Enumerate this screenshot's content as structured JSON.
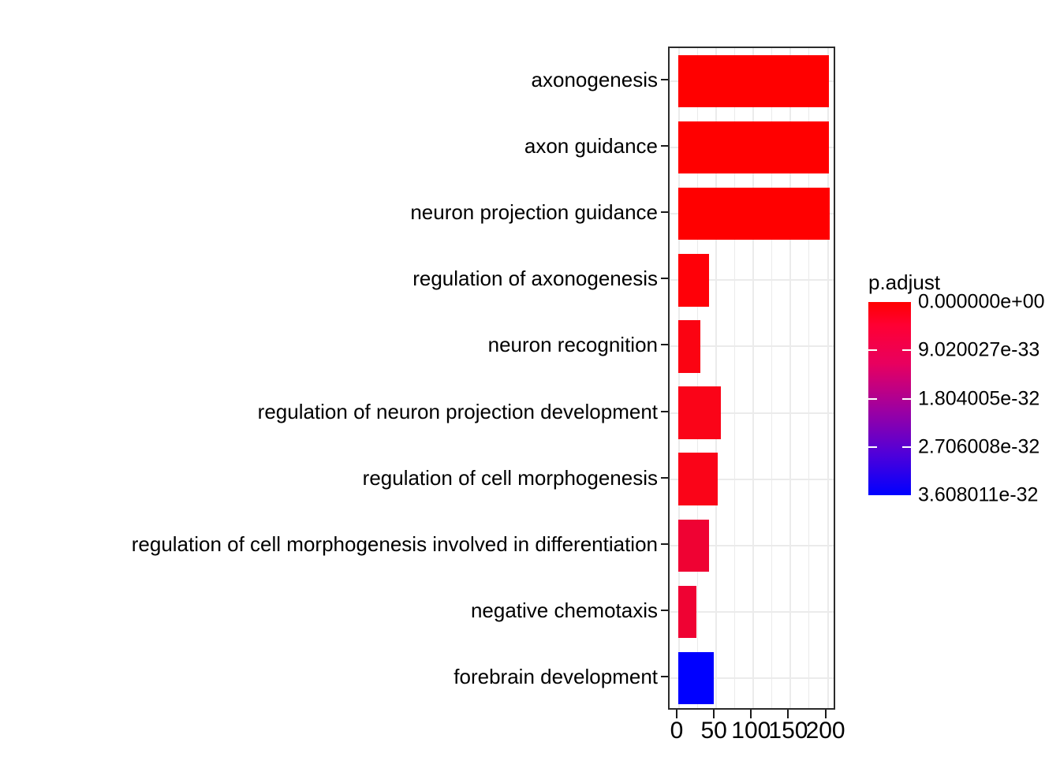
{
  "chart_data": {
    "type": "bar",
    "orientation": "horizontal",
    "title": "",
    "xlabel": "",
    "ylabel": "",
    "xlim": [
      0,
      212
    ],
    "xticks": [
      0,
      50,
      100,
      150,
      200
    ],
    "xtick_labels": [
      "0",
      "50",
      "100",
      "150",
      "200"
    ],
    "grid": true,
    "categories": [
      "axonogenesis",
      "axon guidance",
      "neuron projection guidance",
      "regulation of axonogenesis",
      "neuron recognition",
      "regulation of neuron projection development",
      "regulation of cell morphogenesis",
      "regulation of cell morphogenesis involved in differentiation",
      "negative chemotaxis",
      "forebrain development"
    ],
    "values": [
      203,
      203,
      204,
      41,
      30,
      57,
      53,
      41,
      24,
      48
    ],
    "bar_colors": [
      "#ff0000",
      "#ff0000",
      "#ff0000",
      "#ff0008",
      "#fb0312",
      "#fa0418",
      "#fa0418",
      "#ef0233",
      "#ef0233",
      "#0000ff"
    ],
    "legend": {
      "title": "p.adjust",
      "position": "right",
      "labels": [
        "0.000000e+00",
        "9.020027e-33",
        "1.804005e-32",
        "2.706008e-32",
        "3.608011e-32"
      ],
      "values": [
        0,
        9.020027e-33,
        1.804005e-32,
        2.706008e-32,
        3.608011e-32
      ],
      "color_high": "#ff0000",
      "color_low": "#0000ff"
    }
  },
  "colors": {
    "panel_border": "#2b2b2b",
    "grid": "#ebebeb",
    "axis_text": "#000000",
    "background": "#ffffff"
  }
}
